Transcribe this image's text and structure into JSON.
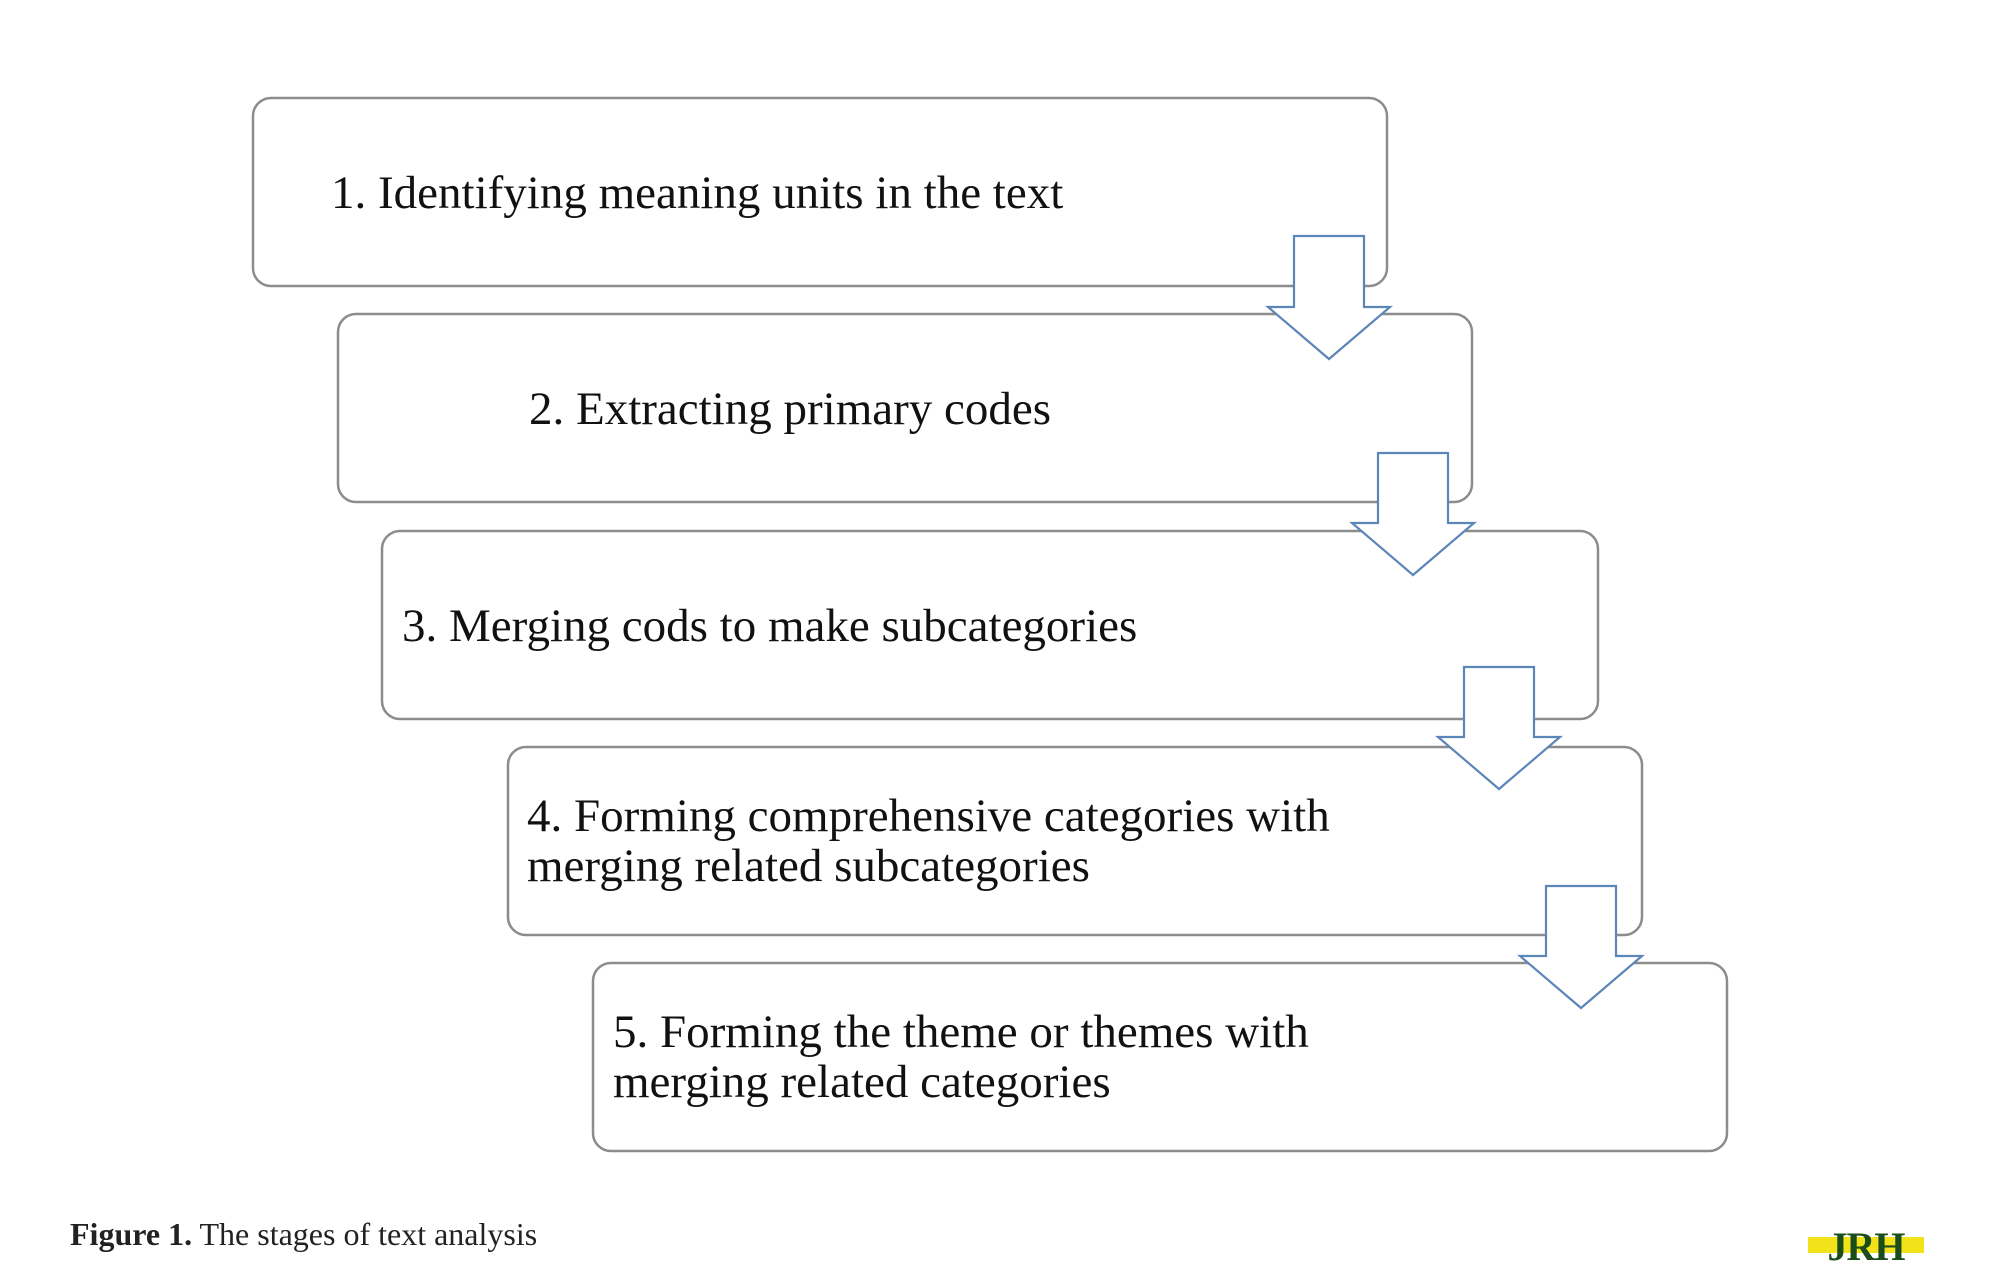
{
  "diagram": {
    "steps": [
      {
        "lines": [
          "1. Identifying meaning units in the text"
        ]
      },
      {
        "lines": [
          "2. Extracting primary codes"
        ]
      },
      {
        "lines": [
          "3. Merging cods to make subcategories"
        ]
      },
      {
        "lines": [
          "4. Forming comprehensive categories with",
          "merging related subcategories"
        ]
      },
      {
        "lines": [
          "5. Forming the theme or themes with",
          "merging related categories"
        ]
      }
    ]
  },
  "caption": {
    "label": "Figure 1.",
    "text": " The stages of text analysis"
  },
  "logo": {
    "text": "JRH",
    "colors": {
      "letters": "#1a4d1a",
      "band": "#f2e21a"
    }
  }
}
